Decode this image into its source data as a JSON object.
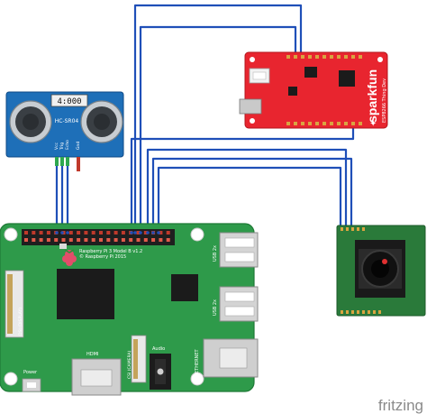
{
  "ultrasonic": {
    "display": "4:000",
    "model": "HC-SR04",
    "pins": [
      "Vcc",
      "Trig",
      "Echo",
      "Gnd"
    ]
  },
  "thing": {
    "brand": "sparkfun",
    "subtitle": "ESP8266 Thing Dev"
  },
  "pi": {
    "model": "Raspberry Pi 3 Model B v1.2",
    "copyright": "© Raspberry Pi 2015",
    "usb_top": "USB 2x",
    "usb_bottom": "USB 2x",
    "hdmi": "HDMI",
    "audio": "Audio",
    "ethernet": "ETHERNET",
    "power": "Power",
    "display": "DSI (DISPLAY)",
    "camera": "CSI (CAMERA)"
  },
  "footer": {
    "watermark": "fritzing"
  },
  "colors": {
    "wire": "#1f4fb8",
    "pi_board": "#2e9a4a",
    "thing_board": "#e8252f",
    "sensor_board": "#1e6fb8",
    "camera_board": "#2a7a3a"
  }
}
